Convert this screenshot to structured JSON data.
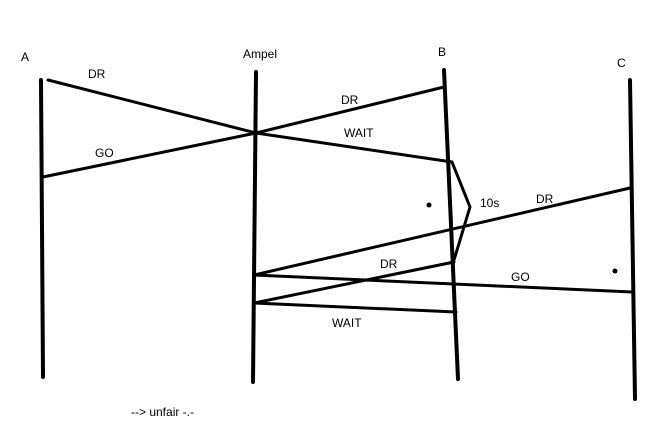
{
  "participants": {
    "a": "A",
    "ampel": "Ampel",
    "b": "B",
    "c": "C"
  },
  "messages": {
    "a_to_ampel_dr": "DR",
    "b_to_ampel_dr": "DR",
    "ampel_to_b_wait": "WAIT",
    "ampel_to_a_go": "GO",
    "c_to_ampel_dr": "DR",
    "b_to_ampel_dr_2": "DR",
    "ampel_to_c_go": "GO",
    "ampel_to_b_wait_2": "WAIT"
  },
  "timer": "10s",
  "note": "--> unfair -.-",
  "colors": {
    "ink": "#000000",
    "background": "#ffffff"
  }
}
